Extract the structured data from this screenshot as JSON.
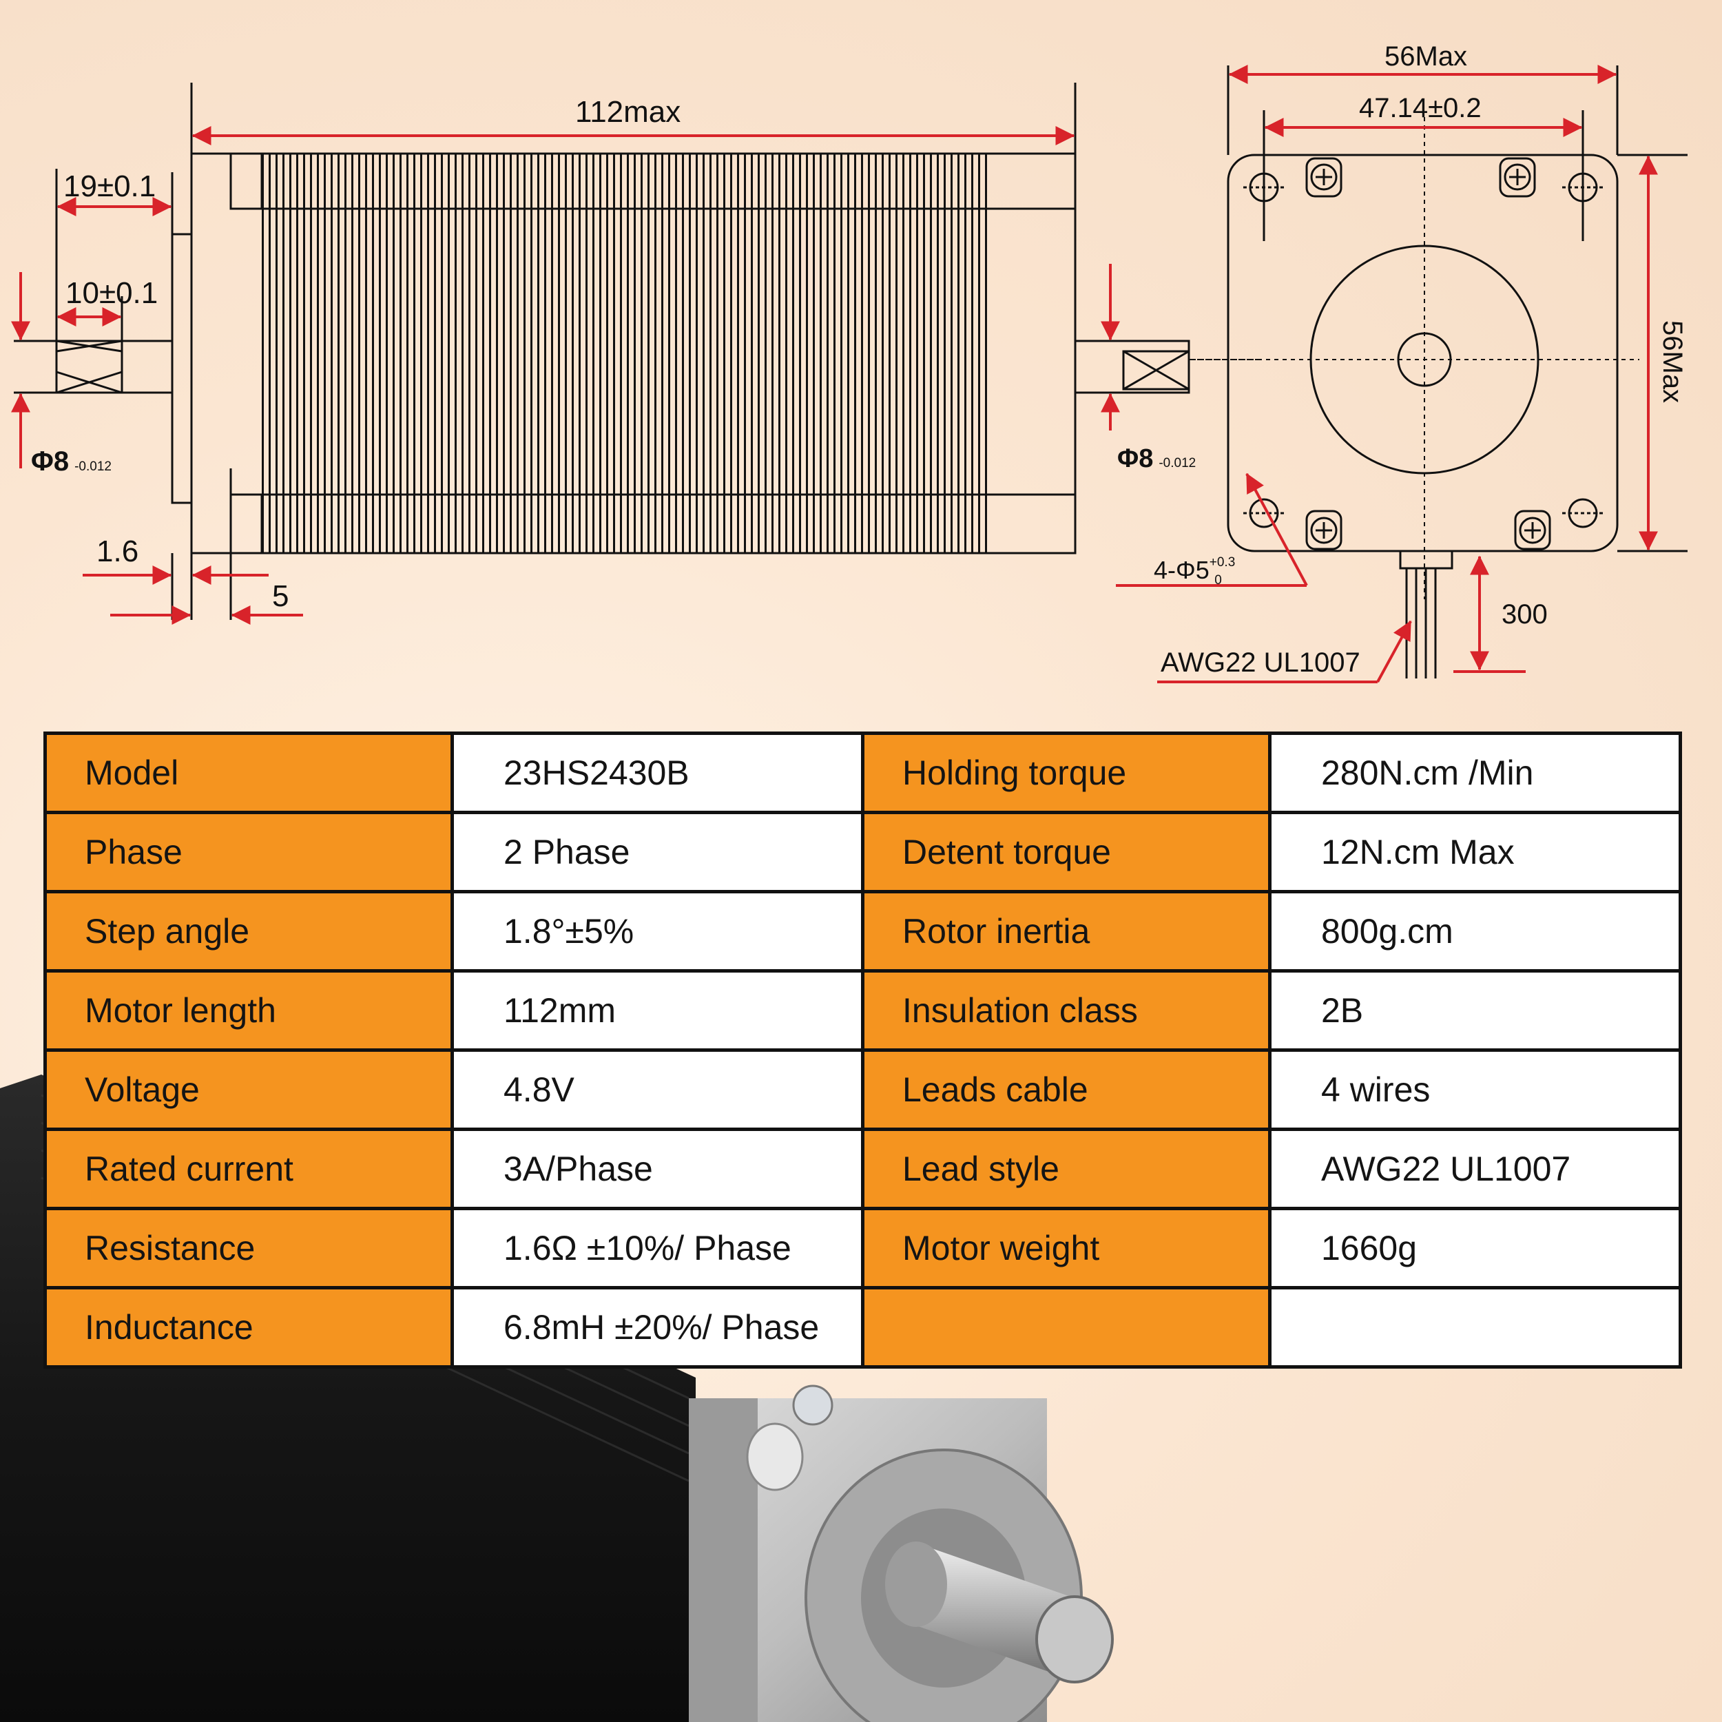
{
  "drawing": {
    "side_view": {
      "overall_length": "112max",
      "shaft_length": "19±0.1",
      "flat_length": "10±0.1",
      "flange_thickness": "1.6",
      "boss_height": "5",
      "shaft_diameter": "Φ8",
      "shaft_tolerance": "-0.012"
    },
    "rear_view": {
      "width_max": "56Max",
      "hole_spacing": "47.14±0.2",
      "height_max": "56Max",
      "shaft_diameter": "Φ8",
      "shaft_tolerance": "-0.012",
      "mount_holes_prefix": "4-Φ5",
      "mount_holes_tol_upper": "+0.3",
      "mount_holes_tol_lower": "0",
      "lead_length": "300",
      "lead_wire": "AWG22 UL1007"
    },
    "line_color": "#d8232a",
    "ink_color": "#111111"
  },
  "table": {
    "key_color": "#f5941f",
    "rows": [
      {
        "left_key": "Model",
        "left_value": "23HS2430B",
        "right_key": "Holding torque",
        "right_value": "280N.cm /Min"
      },
      {
        "left_key": "Phase",
        "left_value": "2 Phase",
        "right_key": "Detent torque",
        "right_value": "12N.cm Max"
      },
      {
        "left_key": "Step angle",
        "left_value": "1.8°±5%",
        "right_key": "Rotor inertia",
        "right_value": "800g.cm"
      },
      {
        "left_key": "Motor length",
        "left_value": "112mm",
        "right_key": "Insulation class",
        "right_value": "2B"
      },
      {
        "left_key": "Voltage",
        "left_value": "4.8V",
        "right_key": "Leads cable",
        "right_value": "4 wires"
      },
      {
        "left_key": "Rated current",
        "left_value": "3A/Phase",
        "right_key": "Lead style",
        "right_value": "AWG22 UL1007"
      },
      {
        "left_key": "Resistance",
        "left_value": "1.6Ω ±10%/ Phase",
        "right_key": "Motor weight",
        "right_value": "1660g"
      },
      {
        "left_key": "Inductance",
        "left_value": "6.8mH ±20%/ Phase",
        "right_key": "",
        "right_value": ""
      }
    ]
  }
}
